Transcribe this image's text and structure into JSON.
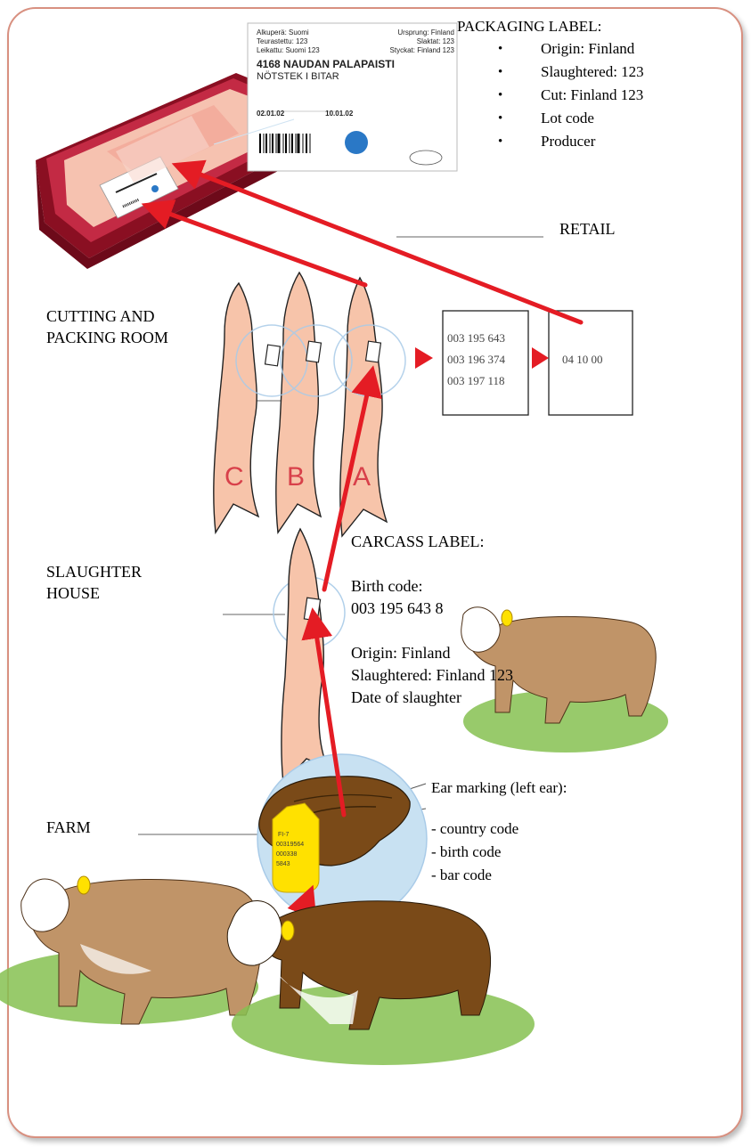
{
  "packaging_label": {
    "heading": "PACKAGING LABEL:",
    "items": [
      "Origin: Finland",
      "Slaughtered: 123",
      "Cut: Finland 123",
      "Lot code",
      "Producer"
    ]
  },
  "stages": {
    "retail": "RETAIL",
    "cutting_line1": "CUTTING AND",
    "cutting_line2": "PACKING ROOM",
    "slaughter_line1": "SLAUGHTER",
    "slaughter_line2": "HOUSE",
    "farm": "FARM"
  },
  "carcass_label": {
    "heading": "CARCASS LABEL:",
    "birth_code_label": "Birth code:",
    "birth_code": "003 195 643 8",
    "origin": "Origin: Finland",
    "slaughtered": "Slaughtered: Finland 123",
    "date": "Date of slaughter"
  },
  "ear_marking": {
    "heading": "Ear marking (left ear):",
    "items": [
      "- country code",
      "- birth code",
      "- bar code"
    ]
  },
  "carcass_letters": [
    "C",
    "B",
    "A"
  ],
  "lot_numbers": [
    "003 195 643",
    "003 196 374",
    "003 197 118"
  ],
  "lot_code": "04 10 00",
  "package_label": {
    "row1_left": "Alkuperä: Suomi",
    "row1_right": "Ursprung: Finland",
    "row2_left": "Teurastettu: 123",
    "row2_right": "Slaktat: 123",
    "row3_left": "Leikattu: Suomi 123",
    "row3_right": "Styckat: Finland 123",
    "product_title": "4168 NAUDAN PALAPAISTI",
    "product_subtitle": "NÖTSTEK I BITAR",
    "price_left": "02.01.02",
    "price_right": "10.01.02"
  },
  "ear_tag": {
    "line1": "FI-7",
    "line2": "00319564",
    "line3": "000338",
    "line4": "5843"
  },
  "colors": {
    "arrow": "#e41c24",
    "meat": "#f7c4aa",
    "tray": "#a8152e",
    "tag": "#ffe100",
    "cow_brown": "#c09468",
    "cow_dark": "#7a4a18",
    "frame": "#d89080"
  }
}
